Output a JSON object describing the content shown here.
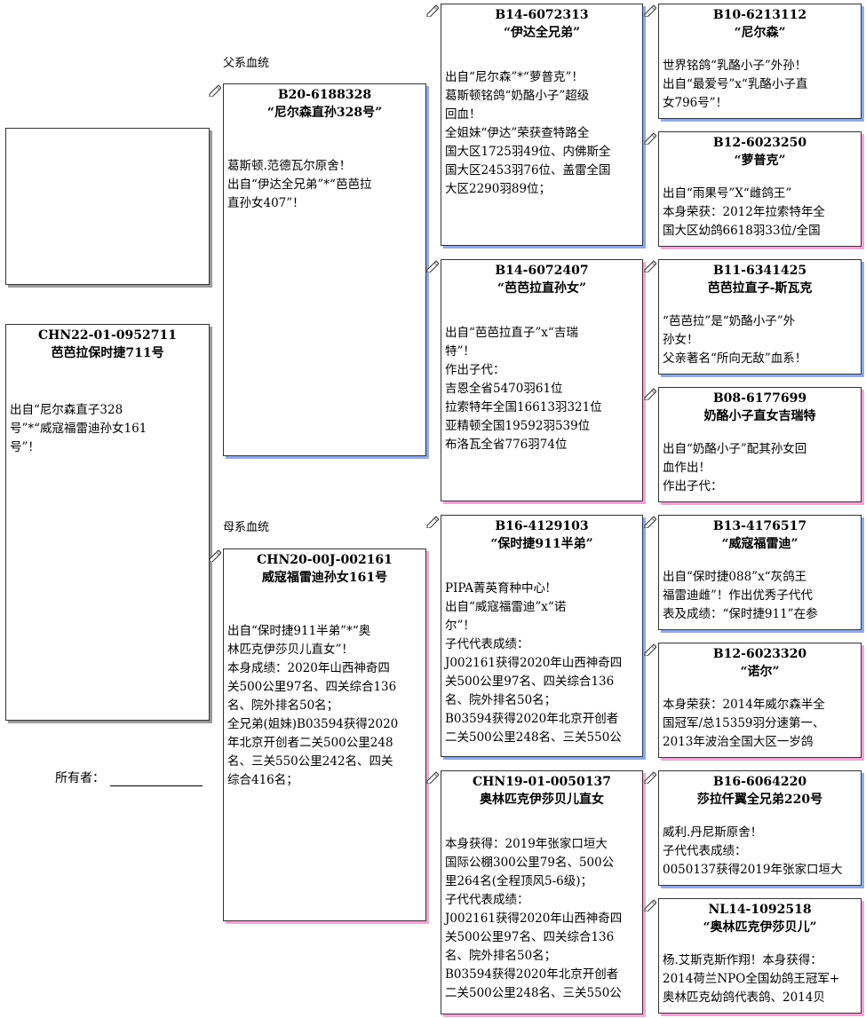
{
  "sections": {
    "paternal": "父系血统",
    "maternal": "母系血统"
  },
  "owner_label": "所有者：",
  "subject": {
    "ring": "CHN22-01-0952711",
    "name": "芭芭拉保时捷711号",
    "lines": [
      "出自“尼尔森直子328",
      "号”*“威寇福雷迪孙女161",
      "号”！"
    ]
  },
  "sire": {
    "ring": "B20-6188328",
    "name": "“尼尔森直孙328号”",
    "lines": [
      "葛斯顿.范德瓦尔原舍！",
      "出自“伊达全兄弟”*“芭芭拉",
      "直孙女407”！"
    ]
  },
  "dam": {
    "ring": "CHN20-00J-002161",
    "name": "威寇福雷迪孙女161号",
    "lines": [
      "出自“保时捷911半弟”*“奥",
      "林匹克伊莎贝儿直女”！",
      "本身成绩：2020年山西神奇四",
      "关500公里97名、四关综合136",
      "名、院外排名50名；",
      "全兄弟(姐妹)B03594获得2020",
      "年北京开创者二关500公里248",
      "名、三关550公里242名、四关",
      "综合416名；"
    ]
  },
  "ss": {
    "ring": "B14-6072313",
    "name": "“伊达全兄弟”",
    "lines": [
      "出自“尼尔森”*“萝普克”！",
      "葛斯顿铭鸽“奶酪小子”超级",
      "回血！",
      "全姐妹“伊达”荣获查特路全",
      "国大区1725羽49位、内佛斯全",
      "国大区2453羽76位、盖雷全国",
      "大区2290羽89位；"
    ]
  },
  "sd": {
    "ring": "B14-6072407",
    "name": "“芭芭拉直孙女”",
    "lines": [
      "出自“芭芭拉直子”x“吉瑞",
      "特”！",
      "作出子代：",
      "吉恩全省5470羽61位",
      "拉索特年全国16613羽321位",
      "亚精顿全国19592羽539位",
      "布洛瓦全省776羽74位"
    ]
  },
  "ds": {
    "ring": "B16-4129103",
    "name": "“保时捷911半弟”",
    "lines": [
      "PIPA菁英育种中心!",
      "出自“威寇福雷迪”x“诺",
      "尔”！",
      "子代代表成绩：",
      "J002161获得2020年山西神奇四",
      "关500公里97名、四关综合136",
      "名、院外排名50名；",
      "B03594获得2020年北京开创者",
      "二关500公里248名、三关550公"
    ]
  },
  "dd": {
    "ring": "CHN19-01-0050137",
    "name": "奥林匹克伊莎贝儿直女",
    "lines": [
      "本身获得：2019年张家口垣大",
      "国际公棚300公里79名、500公",
      "里264名(全程顶风5-6级)；",
      "子代代表成绩：",
      "J002161获得2020年山西神奇四",
      "关500公里97名、四关综合136",
      "名、院外排名50名；",
      "B03594获得2020年北京开创者",
      "二关500公里248名、三关550公"
    ]
  },
  "sss": {
    "ring": "B10-6213112",
    "name": "“尼尔森”",
    "lines": [
      "世界铭鸽“乳酪小子”外孙！",
      "出自“最爱号”x“乳酪小子直",
      "女796号”！"
    ]
  },
  "ssd": {
    "ring": "B12-6023250",
    "name": "“萝普克”",
    "lines": [
      "出自“雨果号”X“雌鸽王”",
      "本身荣获：2012年拉索特年全",
      "国大区幼鸽6618羽33位/全国"
    ]
  },
  "sds": {
    "ring": "B11-6341425",
    "name": "芭芭拉直子-斯瓦克",
    "lines": [
      "“芭芭拉”是“奶酪小子”外",
      "孙女！",
      "父亲著名“所向无敌”血系！"
    ]
  },
  "sdd": {
    "ring": "B08-6177699",
    "name": "奶酪小子直女吉瑞特",
    "lines": [
      "出自“奶酪小子”配其孙女回",
      "血作出！",
      "作出子代："
    ]
  },
  "dss": {
    "ring": "B13-4176517",
    "name": "“威寇福雷迪”",
    "lines": [
      "出自“保时捷088”x“灰鸽王",
      "福雷迪雌”！作出优秀子代代",
      "表及成绩：“保时捷911”在参"
    ]
  },
  "dsd": {
    "ring": "B12-6023320",
    "name": "“诺尔”",
    "lines": [
      "本身荣获：2014年威尔森半全",
      "国冠军/总15359羽分速第一、",
      "2013年波治全国大区一岁鸽"
    ]
  },
  "dds": {
    "ring": "B16-6064220",
    "name": "莎拉仟翼全兄弟220号",
    "lines": [
      "威利.丹尼斯原舍！",
      "子代代表成绩：",
      "0050137获得2019年张家口垣大"
    ]
  },
  "ddd": {
    "ring": "NL14-1092518",
    "name": "“奥林匹克伊莎贝儿”",
    "lines": [
      "杨.艾斯克斯作翔！本身获得：",
      "2014荷兰NPO全国幼鸽王冠军+",
      "奥林匹克幼鸽代表鸽、2014贝"
    ]
  }
}
